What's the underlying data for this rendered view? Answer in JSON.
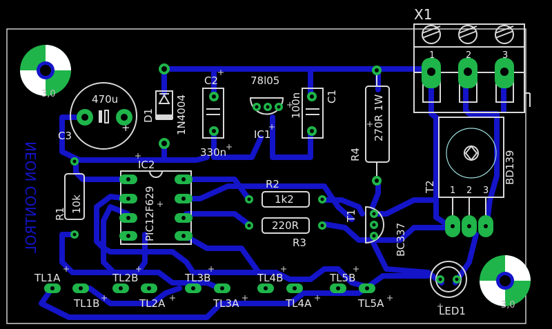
{
  "board": {
    "mirror_title": "NEON CONTROL"
  },
  "connector": {
    "ref": "X1",
    "pins": [
      "1",
      "2",
      "3"
    ]
  },
  "components": {
    "c3_value": "470u",
    "c3_ref": "C3",
    "d1_ref": "D1",
    "d1_value": "1N4004",
    "c2_ref": "C2",
    "c2_value": "330n",
    "ic1_value": "78l05",
    "ic1_ref": "IC1",
    "c1_value": "100n",
    "c1_ref": "C1",
    "r4_value": "270R 1W",
    "r4_ref": "R4",
    "ic2_ref": "IC2",
    "ic2_value": "PIC12F629",
    "r1_ref": "R1",
    "r1_value": "10k",
    "r2_ref": "R2",
    "r2_value": "1k2",
    "r3_value": "220R",
    "r3_ref": "R3",
    "t1_ref": "T1",
    "t1_value": "BC337",
    "t2_ref": "T2",
    "t2_value": "BD139",
    "t2_pins": [
      "1",
      "2",
      "3"
    ],
    "led_ref": "LED1"
  },
  "mounting": {
    "tl_label": "3,0",
    "br_label": "3,0"
  },
  "testpoints": {
    "tl1a": "TL1A",
    "tl1b": "TL1B",
    "tl2a": "TL2A",
    "tl2b": "TL2B",
    "tl3a": "TL3A",
    "tl3b": "TL3B",
    "tl4a": "TL4A",
    "tl4b": "TL4B",
    "tl5a": "TL5A",
    "tl5b": "TL5B"
  },
  "colors": {
    "trace": "#1414c8",
    "pad": "#1fb54a",
    "silkscreen": "#d9d9d9",
    "background": "#000000"
  }
}
